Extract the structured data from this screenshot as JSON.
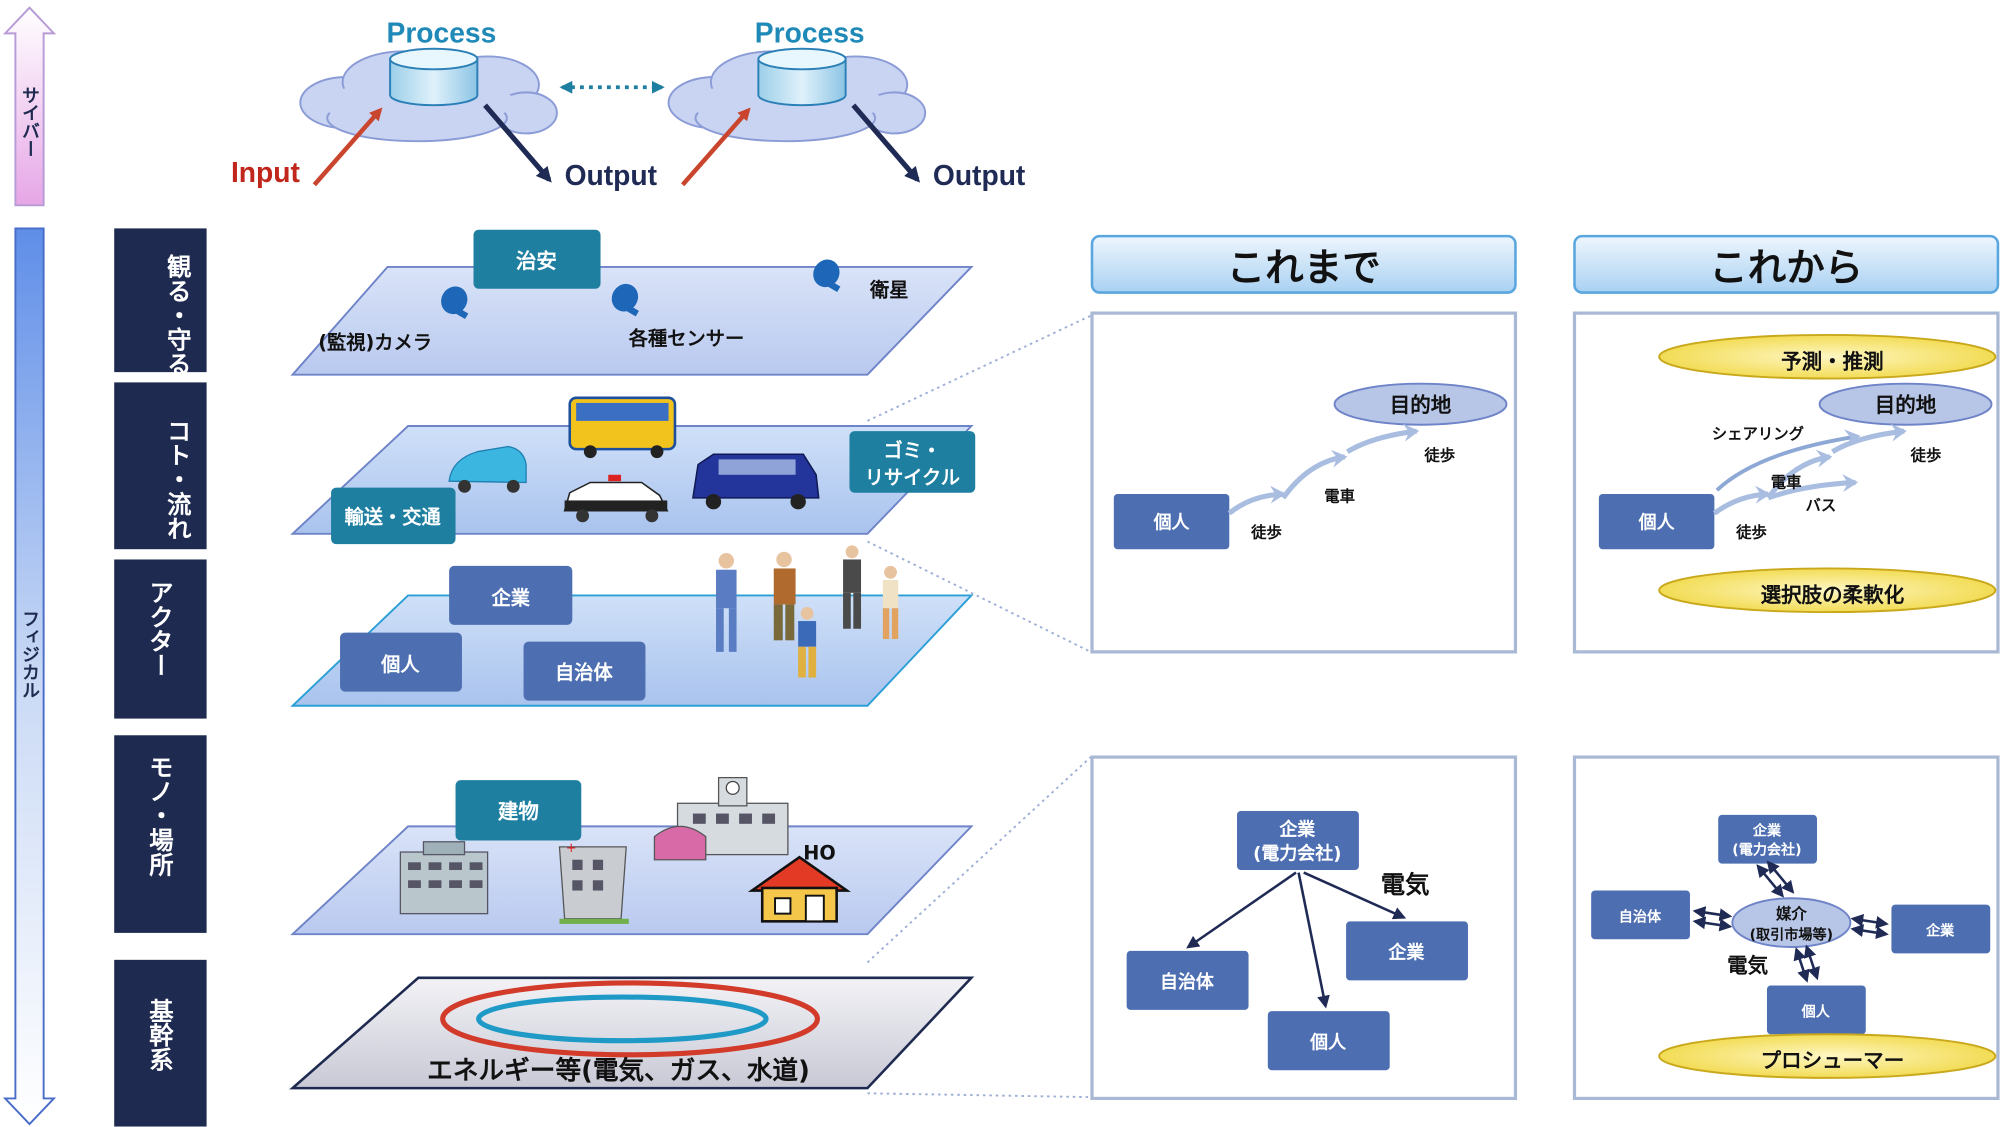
{
  "side": {
    "cyber": "サイバー",
    "physical": "フィジカル"
  },
  "cyber": {
    "process1": "Process",
    "process2": "Process",
    "input": "Input",
    "output1": "Output",
    "output2": "Output"
  },
  "layers": [
    {
      "label": "観る・守る",
      "tags": [
        "治安"
      ],
      "texts": [
        "(監視)カメラ",
        "各種センサー",
        "衛星"
      ]
    },
    {
      "label": "コト・流れ",
      "tags": [
        "輸送・交通",
        "ゴミ・\nリサイクル"
      ]
    },
    {
      "label": "アクター",
      "tags": [
        "企業",
        "個人",
        "自治体"
      ]
    },
    {
      "label": "モノ・場所",
      "tags": [
        "建物"
      ]
    },
    {
      "label": "基幹系",
      "texts": [
        "エネルギー等(電気、ガス、水道)"
      ]
    }
  ],
  "panels": {
    "before_title": "これまで",
    "after_title": "これから",
    "mobility_before": {
      "person": "個人",
      "dest": "目的地",
      "walk1": "徒歩",
      "train": "電車",
      "walk2": "徒歩"
    },
    "mobility_after": {
      "forecast": "予測・推測",
      "dest": "目的地",
      "sharing": "シェアリング",
      "person": "個人",
      "train": "電車",
      "bus": "バス",
      "walk1": "徒歩",
      "walk2": "徒歩",
      "flexible": "選択肢の柔軟化"
    },
    "energy_before": {
      "company": "企業\n(電力会社)",
      "electricity": "電気",
      "municipality": "自治体",
      "enterprise": "企業",
      "person": "個人"
    },
    "energy_after": {
      "company": "企業\n(電力会社)",
      "municipality": "自治体",
      "broker": "媒介\n(取引市場等)",
      "enterprise": "企業",
      "electricity": "電気",
      "person": "個人",
      "prosumer": "プロシューマー"
    }
  },
  "colors": {
    "navy": "#1e2a4f",
    "tag_teal": "#1f7fa0",
    "box_blue": "#4d6fb2",
    "panel_border": "#a9b8d4",
    "title_grad": "#b9daf5",
    "ellipse_yellow": "#f6e57a",
    "arrow_red": "#c9452e",
    "arrow_navy": "#1f2a55"
  }
}
